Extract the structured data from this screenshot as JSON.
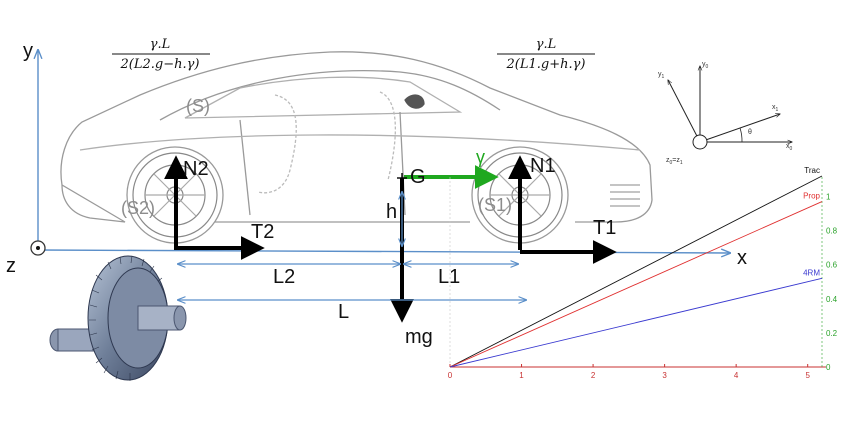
{
  "axes": {
    "y": "y",
    "x": "x",
    "z": "z"
  },
  "formulas": {
    "left": {
      "numerator": "γ.L",
      "denominator": "2(L2.g−h.γ)"
    },
    "right": {
      "numerator": "γ.L",
      "denominator": "2(L1.g+h.γ)"
    }
  },
  "labels": {
    "S": "(S)",
    "S1": "(S1)",
    "S2": "(S2)",
    "N1": "N1",
    "N2": "N2",
    "T1": "T1",
    "T2": "T2",
    "G": "G",
    "gamma": "γ",
    "h": "h",
    "L1": "L1",
    "L2": "L2",
    "L": "L",
    "mg": "mg"
  },
  "frame": {
    "y0": "y",
    "y0_sub": "0",
    "y1": "y",
    "y1_sub": "1",
    "x1": "x",
    "x1_sub": "1",
    "x0": "x",
    "x0_sub": "0",
    "theta": "θ",
    "z": "z",
    "z_sub": "0",
    "eq": "=",
    "z1": "z",
    "z1_sub": "1"
  },
  "colors": {
    "axis_blue": "#5b8fc9",
    "force": "#000000",
    "accel": "#1fa81f",
    "trac": "#111111",
    "prop": "#e03030",
    "rm4": "#3a3ad0",
    "tick_left": "#c83232",
    "tick_right": "#2aa22a"
  },
  "chart_data": {
    "type": "line",
    "x_ticks": [
      "0",
      "1",
      "2",
      "3",
      "4",
      "5"
    ],
    "y_ticks": [
      "0",
      "0.2",
      "0.4",
      "0.6",
      "0.8",
      "1"
    ],
    "xlim": [
      0,
      5.2
    ],
    "ylim": [
      0,
      1.12
    ],
    "series": [
      {
        "name": "Trac",
        "x": [
          0,
          5.2
        ],
        "y": [
          0,
          1.12
        ]
      },
      {
        "name": "Prop",
        "x": [
          0,
          5.2
        ],
        "y": [
          0,
          0.97
        ]
      },
      {
        "name": "4RM",
        "x": [
          0,
          5.2
        ],
        "y": [
          0,
          0.52
        ]
      }
    ]
  }
}
